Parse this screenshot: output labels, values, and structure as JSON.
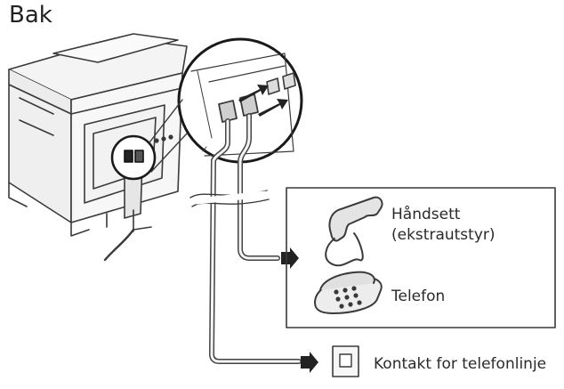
{
  "title": "Bak",
  "devices": {
    "handset_line1": "Håndsett",
    "handset_line2": "(ekstrautstyr)",
    "phone": "Telefon"
  },
  "wall_jack": "Kontakt for telefonlinje"
}
